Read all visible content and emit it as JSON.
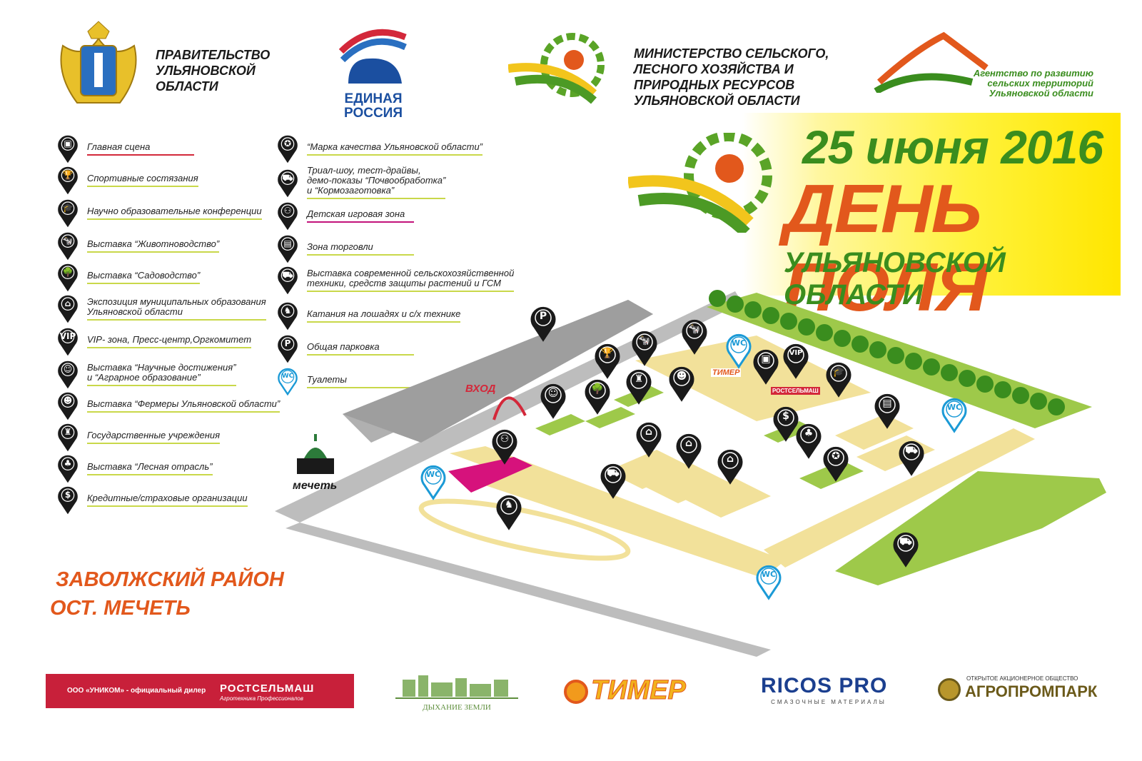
{
  "header": {
    "government": "ПРАВИТЕЛЬСТВО\nУЛЬЯНОВСКОЙ\nОБЛАСТИ",
    "party": "ЕДИНАЯ\nРОССИЯ",
    "ministry": "МИНИСТЕРСТВО СЕЛЬСКОГО,\nЛЕСНОГО ХОЗЯЙСТВА И\nПРИРОДНЫХ РЕСУРСОВ\nУЛЬЯНОВСКОЙ ОБЛАСТИ",
    "agency": "Агентство по развитию\nсельских территорий\nУльяновской области"
  },
  "event": {
    "date": "25 июня 2016",
    "title": "ДЕНЬ ПОЛЯ",
    "region": "УЛЬЯНОВСКОЙ ОБЛАСТИ"
  },
  "legend_left": [
    {
      "label": "Главная сцена",
      "icon": "stage-icon",
      "glyph": "▣"
    },
    {
      "label": "Спортивные состязания",
      "icon": "trophy-icon",
      "glyph": "🏆"
    },
    {
      "label": "Научно образовательные конференции",
      "icon": "graduation-cap-icon",
      "glyph": "🎓"
    },
    {
      "label": "Выставка “Животноводство”",
      "icon": "cow-icon",
      "glyph": "🐄"
    },
    {
      "label": "Выставка “Садоводство”",
      "icon": "tree-icon",
      "glyph": "🌳"
    },
    {
      "label": "Экспозиция муниципальных образования\nУльяновской области",
      "icon": "house-icon",
      "glyph": "⌂"
    },
    {
      "label": "VIP- зона, Пресс-центр,Оргкомитет",
      "icon": "vip-icon",
      "glyph": "VIP"
    },
    {
      "label": "Выставка “Научные достижения”\n и “Аграрное образование”",
      "icon": "scientist-icon",
      "glyph": "☺"
    },
    {
      "label": "Выставка “Фермеры Ульяновской области”",
      "icon": "farmer-icon",
      "glyph": "☻"
    },
    {
      "label": "Государственные учреждения",
      "icon": "official-icon",
      "glyph": "♜"
    },
    {
      "label": "Выставка “Лесная отрасль”",
      "icon": "forest-icon",
      "glyph": "♣"
    },
    {
      "label": "Кредитные/страховые организации",
      "icon": "finance-icon",
      "glyph": "$"
    }
  ],
  "legend_right": [
    {
      "label": "“Марка качества Ульяновской области”",
      "icon": "quality-mark-icon",
      "glyph": "✪"
    },
    {
      "label": "Триал-шоу, тест-драйвы,\n демо-показы “Почвообработка”\n и “Кормозаготовка”",
      "icon": "tractor-show-icon",
      "glyph": "⛟"
    },
    {
      "label": "Детская игровая зона",
      "icon": "children-icon",
      "glyph": "⚇"
    },
    {
      "label": "Зона торговли",
      "icon": "shopping-icon",
      "glyph": "▤"
    },
    {
      "label": "Выставка современной сельскохозяйственной\n техники, средств защиты растений и ГСМ",
      "icon": "tractor-icon",
      "glyph": "⛟"
    },
    {
      "label": "Катания на лошадях и с/х технике",
      "icon": "horse-icon",
      "glyph": "♞"
    },
    {
      "label": "Общая парковка",
      "icon": "parking-icon",
      "glyph": "P"
    },
    {
      "label": "Туалеты",
      "icon": "wc-icon",
      "glyph": "WC"
    }
  ],
  "map": {
    "entrance": "ВХОД",
    "mosque": "мечеть",
    "timer_tag": "ТИМЕР",
    "rostselmash_tag": "РОСТСЕЛЬМАШ"
  },
  "location": {
    "district": "ЗАВОЛЖСКИЙ РАЙОН",
    "stop": "ОСТ. МЕЧЕТЬ"
  },
  "sponsors": {
    "unicom": "ООО «УНИКОМ» - официальный дилер",
    "rostselmash": "РОСТСЕЛЬМАШ",
    "rostselmash_sub": "Агротехника Профессионалов",
    "breath": "ДЫХАНИЕ ЗЕМЛИ",
    "timer": "ТИМЕР",
    "ricos": "RICOS PRO",
    "ricos_sub": "СМАЗОЧНЫЕ МАТЕРИАЛЫ",
    "agro_sub": "ОТКРЫТОЕ АКЦИОНЕРНОЕ ОБЩЕСТВО",
    "agro": "АГРОПРОМПАРК"
  },
  "colors": {
    "pin_dark": "#1a1a1a",
    "pin_wc": "#1b9ad6",
    "yellow_zone": "#f2e19a",
    "green_zone": "#9ec94a",
    "pink_zone": "#d6127c",
    "date_green": "#3a8d1e",
    "title_orange": "#e2581c"
  }
}
